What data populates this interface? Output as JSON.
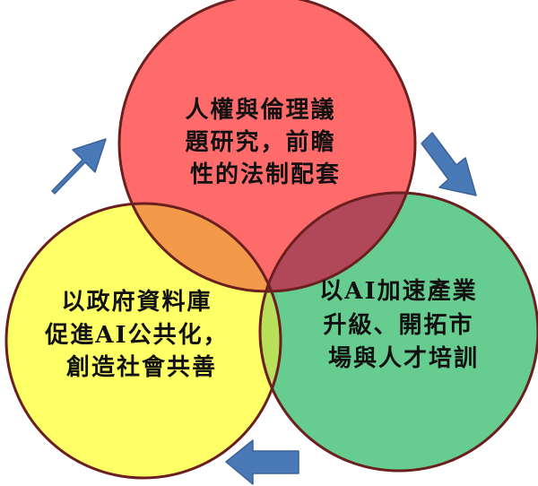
{
  "circles": {
    "top": {
      "lines": [
        "人權與倫理議",
        "題研究，前瞻",
        "性的法制配套"
      ],
      "fill": "#ff6b6b",
      "stroke": "#6b1f1f"
    },
    "left": {
      "lines": [
        "以政府資料庫",
        "促進AI公共化，",
        "創造社會共善"
      ],
      "fill": "#ffff66",
      "stroke": "#6b1f1f"
    },
    "right": {
      "lines": [
        "以AI加速產業",
        "升級、開拓市",
        "場與人才培訓"
      ],
      "fill": "#66cc8f",
      "stroke": "#6b1f1f"
    }
  },
  "overlaps": {
    "top_left": "#f2994a",
    "top_right": "#b0485a",
    "left_right": "#b8e05a",
    "center": "#a23a3a"
  },
  "arrows": {
    "fill": "#4a79b8",
    "stroke": "#3b6296",
    "directions": [
      "up-right",
      "down-right",
      "left"
    ]
  }
}
